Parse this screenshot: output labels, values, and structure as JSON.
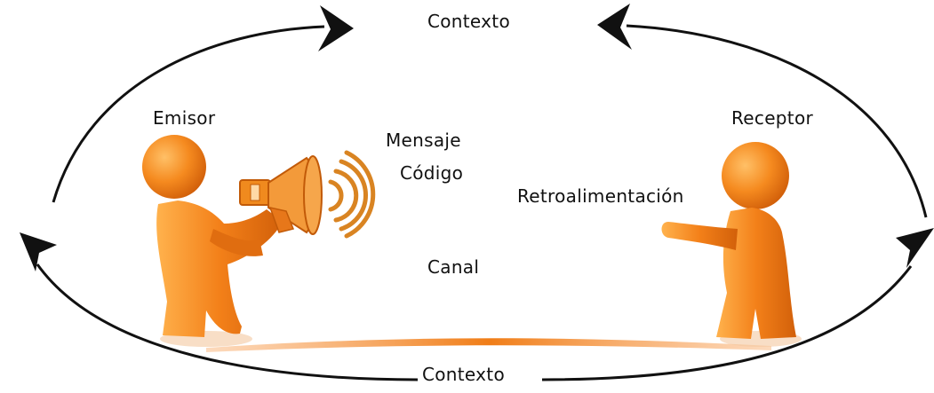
{
  "diagram": {
    "title": "",
    "labels": {
      "context_top": "Contexto",
      "sender": "Emisor",
      "message": "Mensaje",
      "code": "Código",
      "feedback": "Retroalimentación",
      "receiver": "Receptor",
      "channel": "Canal",
      "context_bottom": "Contexto"
    },
    "colors": {
      "figure_orange": "#f07d17",
      "figure_highlight": "#ffb24d",
      "figure_shadow": "#d2600a",
      "sound_wave": "#d98422",
      "arrow": "#111111",
      "text": "#111111"
    },
    "icons": {
      "sender_figure": "person-with-megaphone",
      "receiver_figure": "person-listening",
      "megaphone": "megaphone-icon",
      "sound_waves": "sound-waves-icon"
    }
  }
}
